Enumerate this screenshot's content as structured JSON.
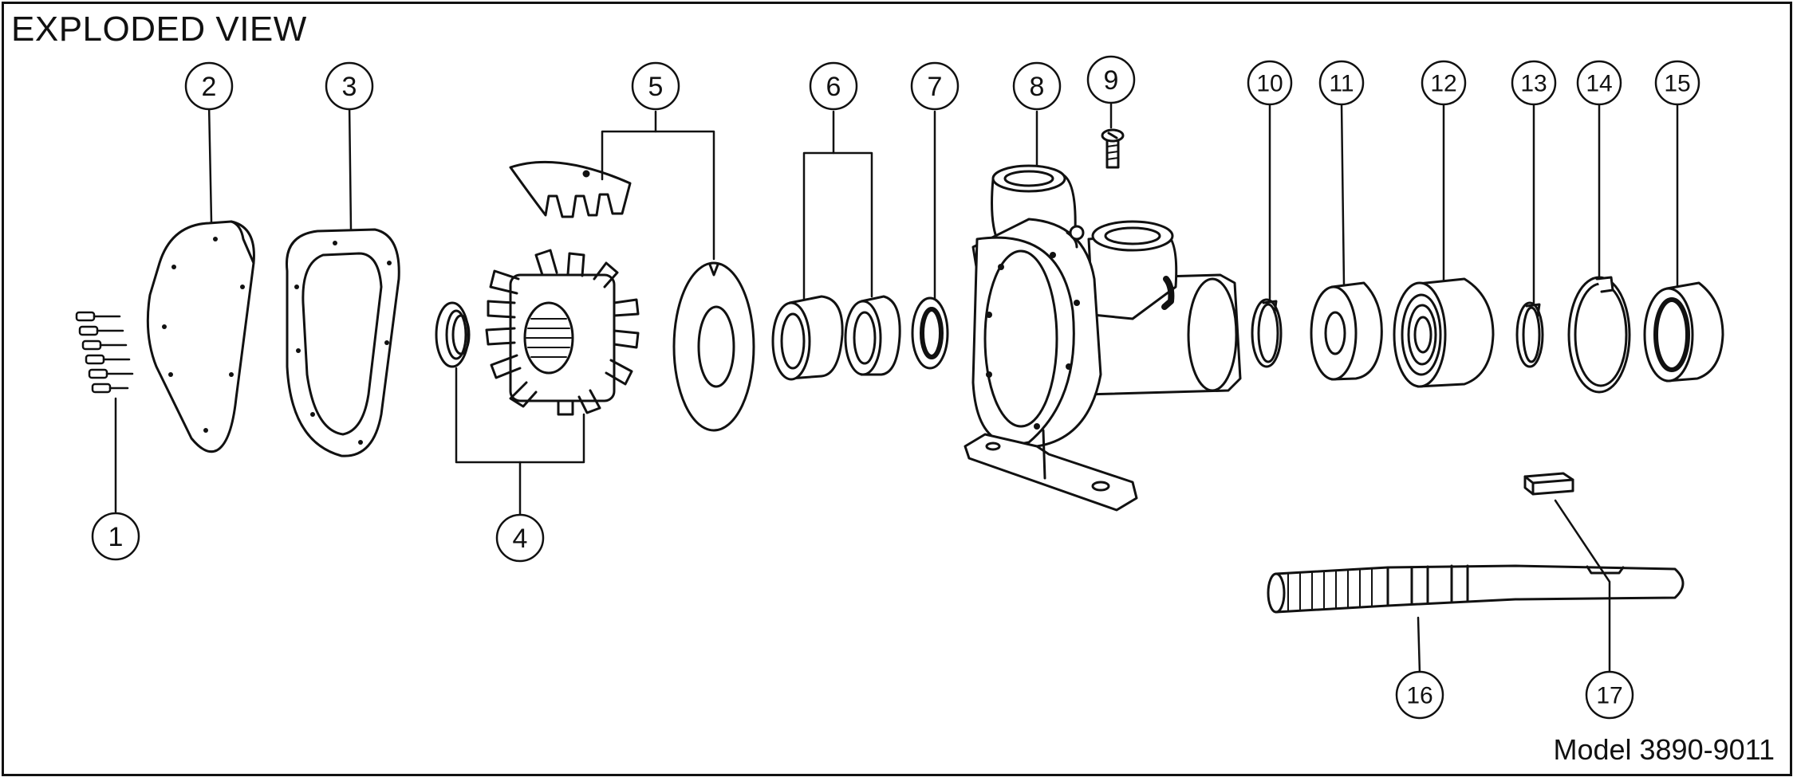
{
  "title": "EXPLODED VIEW",
  "model": "Model 3890-9011",
  "callouts": [
    "1",
    "2",
    "3",
    "4",
    "5",
    "6",
    "7",
    "8",
    "9",
    "10",
    "11",
    "12",
    "13",
    "14",
    "15",
    "16",
    "17"
  ]
}
